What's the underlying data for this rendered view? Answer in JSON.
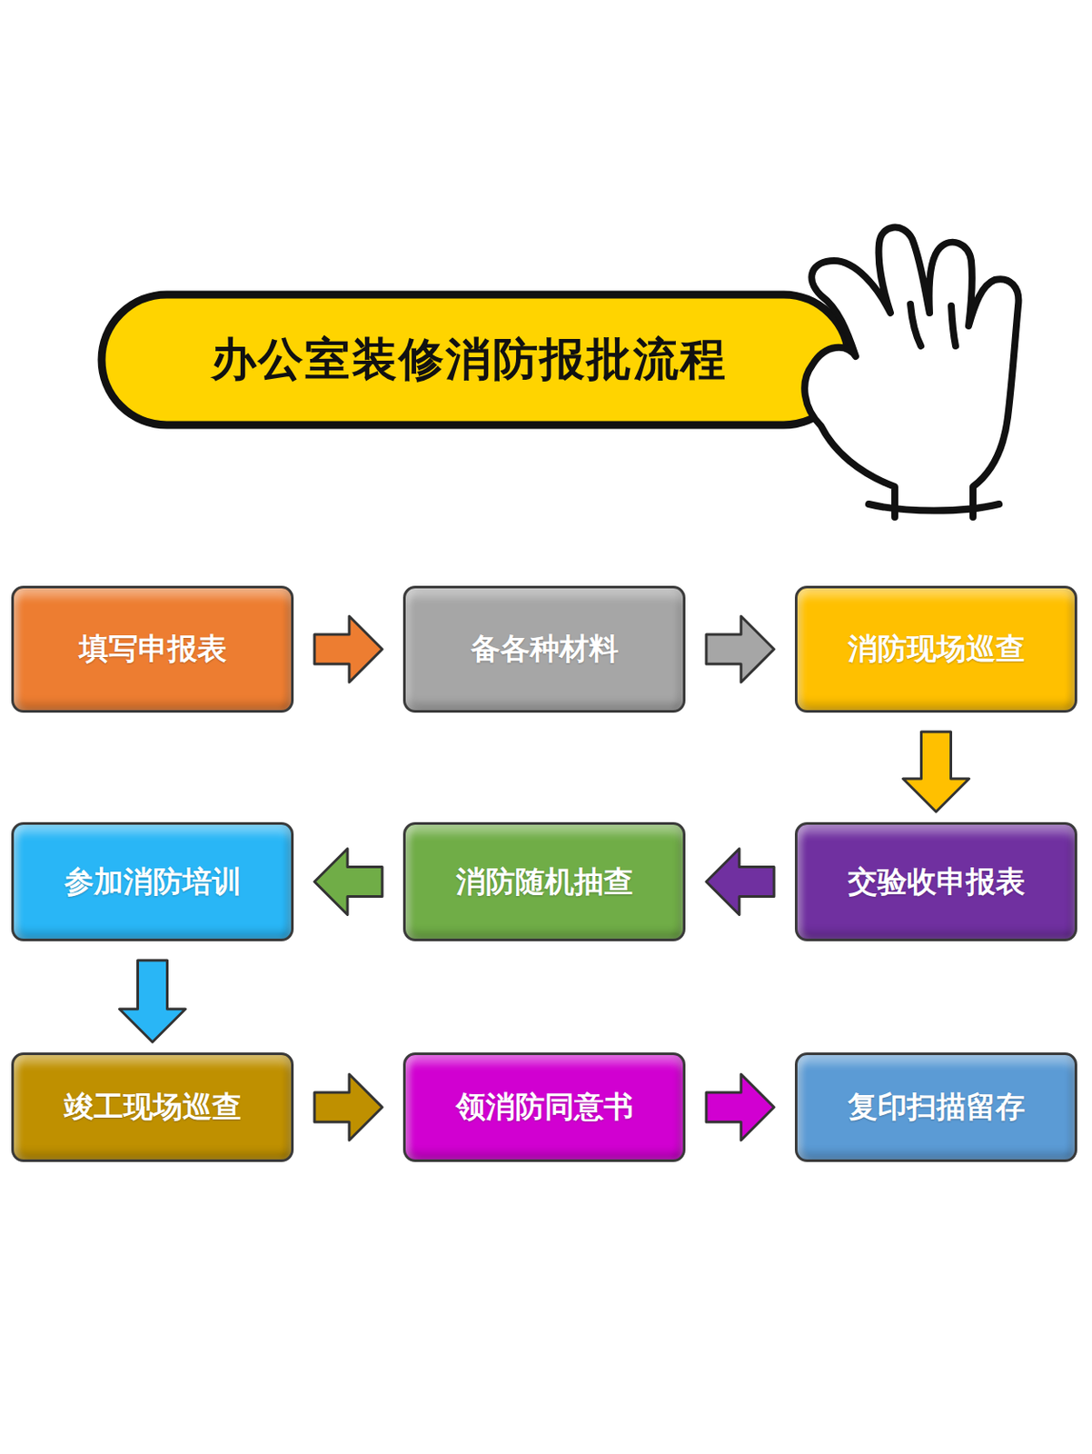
{
  "diagram": {
    "title": "办公室装修消防报批流程",
    "nodes": [
      {
        "text": [
          "填写申报表"
        ]
      },
      {
        "text": [
          "备各种材料"
        ]
      },
      {
        "text": [
          "消防现场巡查"
        ]
      },
      {
        "text": [
          "交验收申报表"
        ]
      },
      {
        "text": [
          "消防随机抽查"
        ]
      },
      {
        "text": [
          "参加消防培训"
        ]
      },
      {
        "text": [
          "竣工现场巡查"
        ]
      },
      {
        "text": [
          "领消防同意书"
        ]
      },
      {
        "text": [
          "复印扫描留存"
        ]
      }
    ],
    "edges": [
      {
        "from": 0,
        "to": 1,
        "arrow": "to"
      },
      {
        "from": 1,
        "to": 2,
        "arrow": "to"
      },
      {
        "from": 2,
        "to": 3,
        "arrow": "to"
      },
      {
        "from": 3,
        "to": 4,
        "arrow": "to"
      },
      {
        "from": 4,
        "to": 5,
        "arrow": "to"
      },
      {
        "from": 5,
        "to": 6,
        "arrow": "to"
      },
      {
        "from": 6,
        "to": 7,
        "arrow": "to"
      },
      {
        "from": 7,
        "to": 8,
        "arrow": "to"
      }
    ]
  }
}
